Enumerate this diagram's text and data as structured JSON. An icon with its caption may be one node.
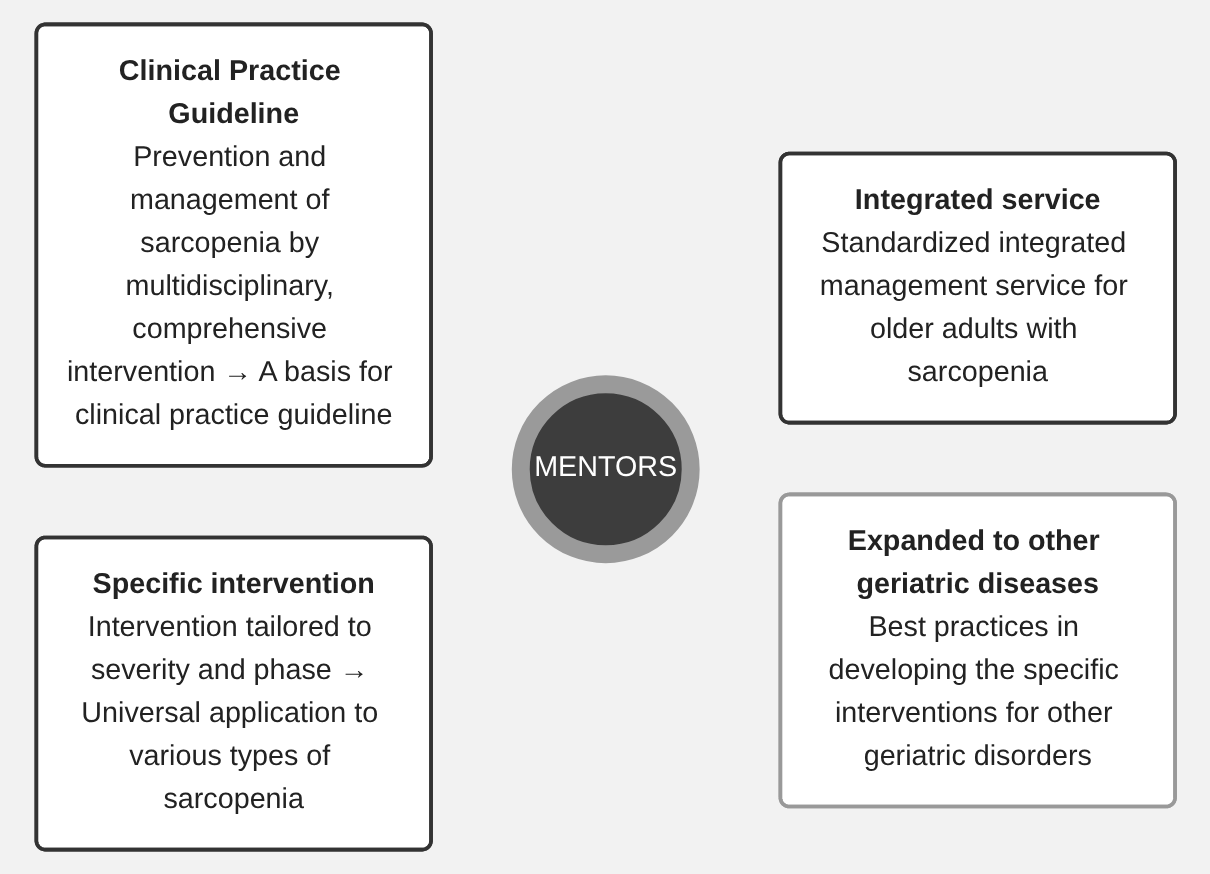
{
  "diagram": {
    "nodes": [
      {
        "text": [
          "Clinical Practice Guideline",
          "Prevention and management of sarcopenia by multidisciplinary, comprehensive intervention → A basis for clinical practice guideline"
        ]
      },
      {
        "text": [
          "Integrated service",
          "Standardized integrated management service for older adults with sarcopenia"
        ]
      },
      {
        "text": [
          "MENTORS"
        ]
      },
      {
        "text": [
          "Specific intervention",
          "Intervention tailored to severity and phase → Universal application to various types of sarcopenia"
        ]
      },
      {
        "text": [
          "Expanded to other geriatric diseases",
          "Best practices in developing the specific interventions for other geriatric disorders"
        ]
      }
    ],
    "edges": []
  }
}
